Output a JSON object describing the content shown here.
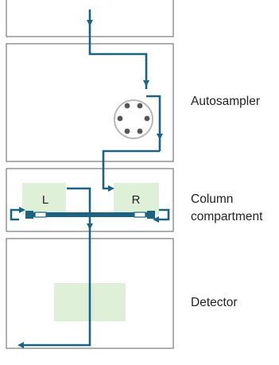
{
  "modules": {
    "autosampler": {
      "label": "Autosampler"
    },
    "column_compartment": {
      "label": "Column compartment",
      "zone_left_label": "L",
      "zone_right_label": "R"
    },
    "detector": {
      "label": "Detector"
    }
  },
  "colors": {
    "flow_line": "#1a6383",
    "box_border": "#7a7a7a",
    "zone_fill": "#dff0d8",
    "valve_border": "#b8b8b8",
    "valve_port": "#555555"
  }
}
